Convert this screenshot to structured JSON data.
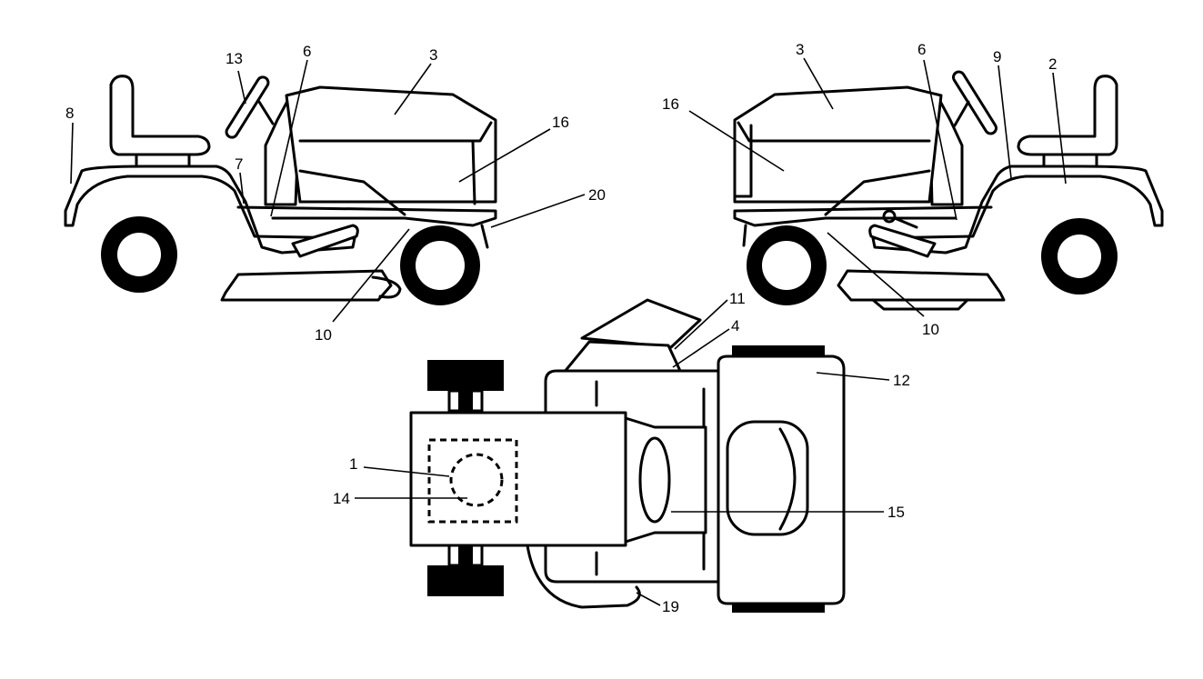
{
  "diagram": {
    "colors": {
      "line": "#000000",
      "background": "#ffffff"
    },
    "left_view": {
      "labels": [
        "13",
        "6",
        "3",
        "16",
        "8",
        "7",
        "20",
        "10"
      ]
    },
    "right_view": {
      "labels": [
        "3",
        "6",
        "9",
        "2",
        "16",
        "10"
      ]
    },
    "top_view": {
      "labels": [
        "11",
        "4",
        "12",
        "1",
        "14",
        "15",
        "19"
      ]
    }
  }
}
